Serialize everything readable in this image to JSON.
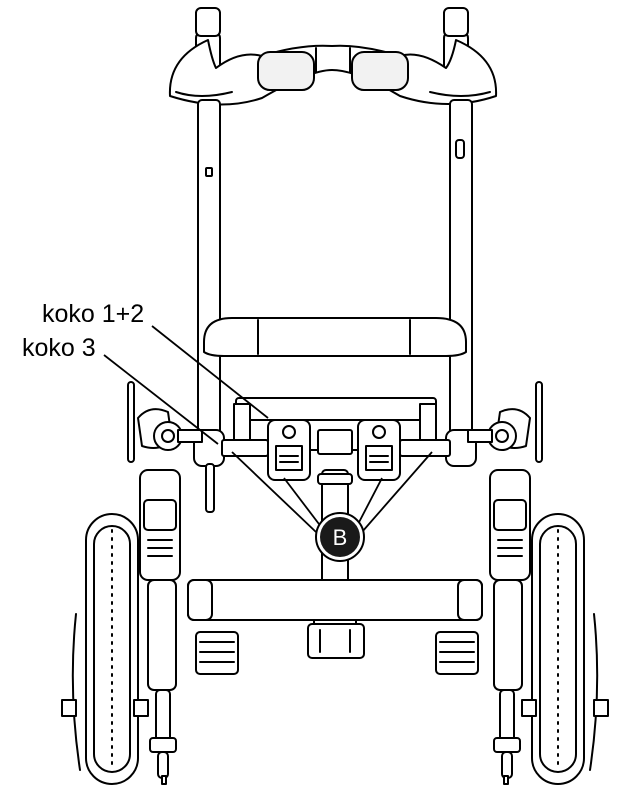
{
  "labels": {
    "size_1_2": "koko 1+2",
    "size_3": "koko 3",
    "callout_b": "B"
  },
  "colors": {
    "line": "#000000",
    "fill": "#ffffff",
    "badge": "#1a1a1a"
  }
}
